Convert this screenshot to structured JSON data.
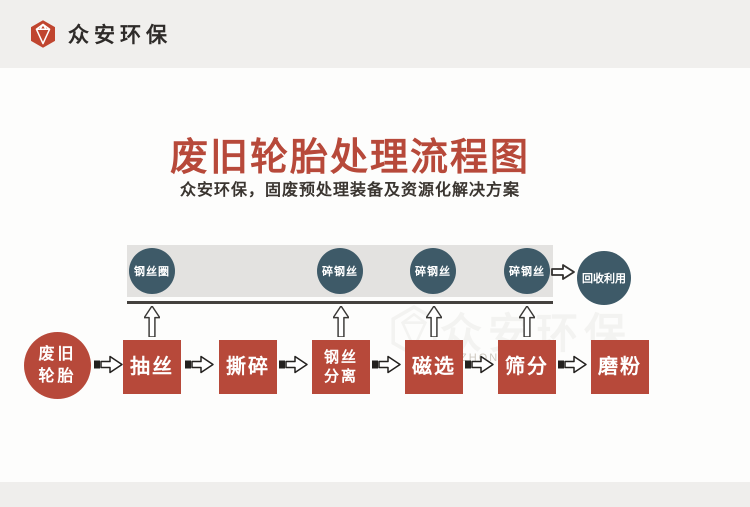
{
  "header": {
    "brand": "众安环保"
  },
  "hero": {
    "title": "废旧轮胎处理流程图",
    "subtitle": "众安环保，固废预处理装备及资源化解决方案"
  },
  "diagram": {
    "outputs": [
      {
        "label": "钢丝圈"
      },
      {
        "label": "碎钢丝"
      },
      {
        "label": "碎钢丝"
      },
      {
        "label": "碎钢丝"
      }
    ],
    "recycle": {
      "label": "回收利用"
    },
    "source": {
      "line1": "废旧",
      "line2": "轮胎"
    },
    "steps": [
      {
        "label": "抽丝"
      },
      {
        "label": "撕碎"
      },
      {
        "label": "钢丝",
        "label2": "分离"
      },
      {
        "label": "磁选"
      },
      {
        "label": "筛分"
      },
      {
        "label": "磨粉"
      }
    ]
  },
  "watermark": {
    "text": "众安环保",
    "sub_left": "ZHON",
    "sub_right": "CO.C"
  },
  "colors": {
    "brand_red": "#b7493a",
    "slate_blue": "#3e5a68",
    "band_gray": "#e3e2e0",
    "page_gray": "#f0efed"
  }
}
